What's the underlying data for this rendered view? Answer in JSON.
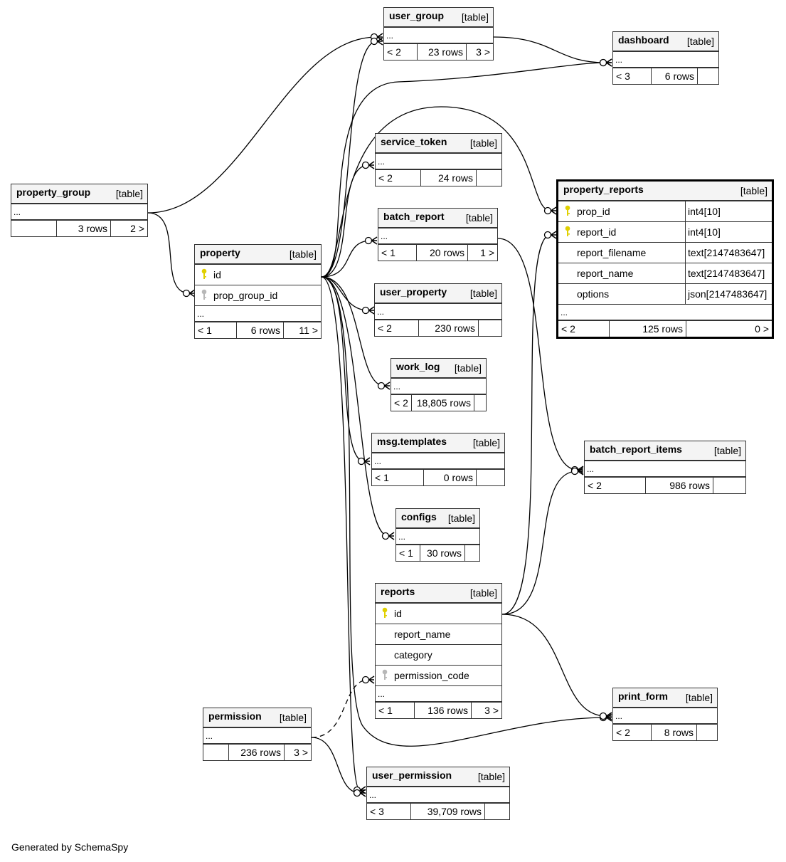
{
  "diagram": {
    "generator_credit": "Generated by SchemaSpy",
    "tables": [
      {
        "id": "user_group",
        "name": "user_group",
        "kind": "[table]",
        "columns": [],
        "footer": {
          "parents": "< 2",
          "rows": "23 rows",
          "children": "3 >"
        }
      },
      {
        "id": "dashboard",
        "name": "dashboard",
        "kind": "[table]",
        "columns": [],
        "footer": {
          "parents": "< 3",
          "rows": "6 rows",
          "children": ""
        }
      },
      {
        "id": "property_group",
        "name": "property_group",
        "kind": "[table]",
        "columns": [],
        "footer": {
          "parents": "",
          "rows": "3 rows",
          "children": "2 >"
        }
      },
      {
        "id": "property",
        "name": "property",
        "kind": "[table]",
        "columns": [
          {
            "name": "id",
            "key": "primary"
          },
          {
            "name": "prop_group_id",
            "key": "foreign"
          }
        ],
        "footer": {
          "parents": "< 1",
          "rows": "6 rows",
          "children": "11 >"
        }
      },
      {
        "id": "service_token",
        "name": "service_token",
        "kind": "[table]",
        "columns": [],
        "footer": {
          "parents": "< 2",
          "rows": "24 rows",
          "children": ""
        }
      },
      {
        "id": "batch_report",
        "name": "batch_report",
        "kind": "[table]",
        "columns": [],
        "footer": {
          "parents": "< 1",
          "rows": "20 rows",
          "children": "1 >"
        }
      },
      {
        "id": "user_property",
        "name": "user_property",
        "kind": "[table]",
        "columns": [],
        "footer": {
          "parents": "< 2",
          "rows": "230 rows",
          "children": ""
        }
      },
      {
        "id": "work_log",
        "name": "work_log",
        "kind": "[table]",
        "columns": [],
        "footer": {
          "parents": "< 2",
          "rows": "18,805 rows",
          "children": ""
        }
      },
      {
        "id": "msg_templates",
        "name": "msg.templates",
        "kind": "[table]",
        "columns": [],
        "footer": {
          "parents": "< 1",
          "rows": "0 rows",
          "children": ""
        }
      },
      {
        "id": "configs",
        "name": "configs",
        "kind": "[table]",
        "columns": [],
        "footer": {
          "parents": "< 1",
          "rows": "30 rows",
          "children": ""
        }
      },
      {
        "id": "property_reports",
        "name": "property_reports",
        "kind": "[table]",
        "focused": true,
        "columns": [
          {
            "name": "prop_id",
            "type": "int4[10]",
            "key": "primary"
          },
          {
            "name": "report_id",
            "type": "int4[10]",
            "key": "primary"
          },
          {
            "name": "report_filename",
            "type": "text[2147483647]",
            "key": ""
          },
          {
            "name": "report_name",
            "type": "text[2147483647]",
            "key": ""
          },
          {
            "name": "options",
            "type": "json[2147483647]",
            "key": ""
          }
        ],
        "footer": {
          "parents": "< 2",
          "rows": "125 rows",
          "children": "0 >"
        }
      },
      {
        "id": "batch_report_items",
        "name": "batch_report_items",
        "kind": "[table]",
        "columns": [],
        "footer": {
          "parents": "< 2",
          "rows": "986 rows",
          "children": ""
        }
      },
      {
        "id": "reports",
        "name": "reports",
        "kind": "[table]",
        "columns": [
          {
            "name": "id",
            "key": "primary"
          },
          {
            "name": "report_name",
            "key": ""
          },
          {
            "name": "category",
            "key": ""
          },
          {
            "name": "permission_code",
            "key": "foreign"
          }
        ],
        "footer": {
          "parents": "< 1",
          "rows": "136 rows",
          "children": "3 >"
        }
      },
      {
        "id": "print_form",
        "name": "print_form",
        "kind": "[table]",
        "columns": [],
        "footer": {
          "parents": "< 2",
          "rows": "8 rows",
          "children": ""
        }
      },
      {
        "id": "permission",
        "name": "permission",
        "kind": "[table]",
        "columns": [],
        "footer": {
          "parents": "",
          "rows": "236 rows",
          "children": "3 >"
        }
      },
      {
        "id": "user_permission",
        "name": "user_permission",
        "kind": "[table]",
        "columns": [],
        "footer": {
          "parents": "< 3",
          "rows": "39,709 rows",
          "children": ""
        }
      }
    ],
    "ellipsis": "...",
    "relationships": [
      {
        "from": "property_group",
        "to": "user_group",
        "style": "solid"
      },
      {
        "from": "property_group",
        "to": "property",
        "style": "solid"
      },
      {
        "from": "property",
        "to": "user_group",
        "style": "solid"
      },
      {
        "from": "property",
        "to": "dashboard",
        "style": "solid"
      },
      {
        "from": "property",
        "to": "service_token",
        "style": "solid"
      },
      {
        "from": "property",
        "to": "batch_report",
        "style": "solid"
      },
      {
        "from": "property",
        "to": "user_property",
        "style": "solid"
      },
      {
        "from": "property",
        "to": "work_log",
        "style": "solid"
      },
      {
        "from": "property",
        "to": "msg_templates",
        "style": "solid"
      },
      {
        "from": "property",
        "to": "configs",
        "style": "solid"
      },
      {
        "from": "property",
        "to": "property_reports",
        "style": "solid"
      },
      {
        "from": "property",
        "to": "print_form",
        "style": "solid"
      },
      {
        "from": "property",
        "to": "user_permission",
        "style": "solid"
      },
      {
        "from": "user_group",
        "to": "dashboard",
        "style": "solid"
      },
      {
        "from": "batch_report",
        "to": "batch_report_items",
        "style": "solid"
      },
      {
        "from": "reports",
        "to": "property_reports",
        "style": "solid"
      },
      {
        "from": "reports",
        "to": "batch_report_items",
        "style": "solid"
      },
      {
        "from": "reports",
        "to": "print_form",
        "style": "solid"
      },
      {
        "from": "permission",
        "to": "reports",
        "style": "dashed"
      },
      {
        "from": "permission",
        "to": "user_permission",
        "style": "solid"
      }
    ],
    "key_colors": {
      "primary": "#e0d000",
      "foreign": "#b8b8b8"
    }
  }
}
